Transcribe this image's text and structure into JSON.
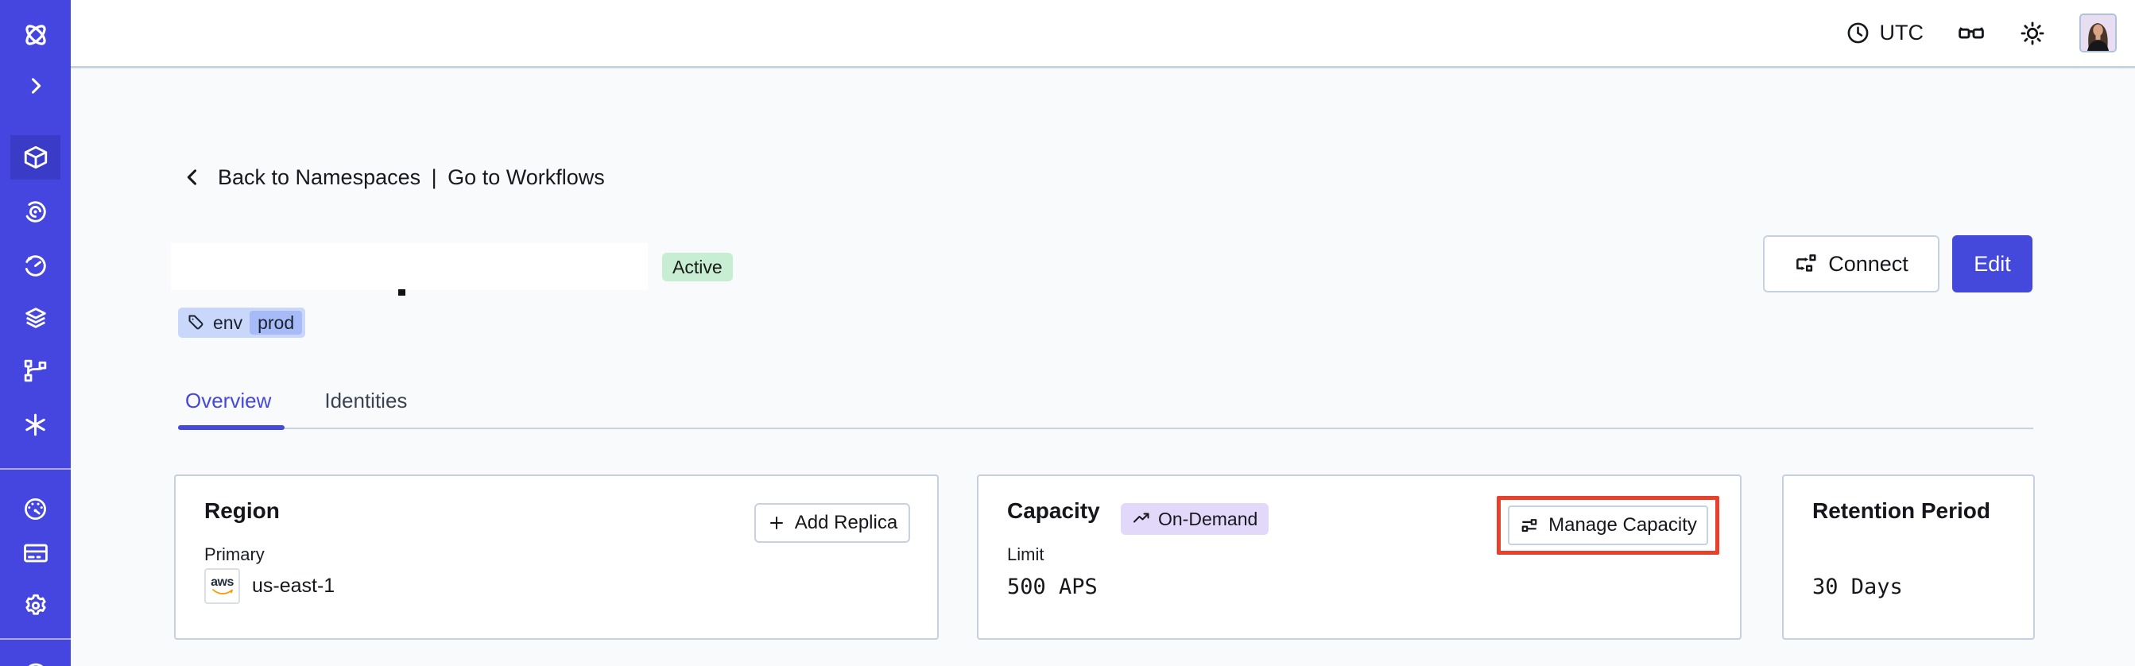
{
  "topbar": {
    "timezone": "UTC"
  },
  "sidebar": {
    "items": [
      "temporal-logo",
      "expand-chevron",
      "namespaces",
      "nexus",
      "schedules",
      "layers",
      "pipelines",
      "batch-operations",
      "usage",
      "billing",
      "settings",
      "profile"
    ],
    "active_item": "namespaces"
  },
  "breadcrumb": {
    "back": "Back to Namespaces",
    "separator": "|",
    "forward": "Go to Workflows"
  },
  "header": {
    "status": "Active",
    "tag_key": "env",
    "tag_value": "prod",
    "connect_label": "Connect",
    "edit_label": "Edit"
  },
  "tabs": [
    {
      "label": "Overview",
      "active": true
    },
    {
      "label": "Identities",
      "active": false
    }
  ],
  "cards": {
    "region": {
      "title": "Region",
      "action_label": "Add Replica",
      "row_label": "Primary",
      "provider_label": "aws",
      "value": "us-east-1"
    },
    "capacity": {
      "title": "Capacity",
      "badge_label": "On-Demand",
      "action_label": "Manage Capacity",
      "row_label": "Limit",
      "value": "500 APS",
      "highlighted": true
    },
    "retention": {
      "title": "Retention Period",
      "value": "30 Days"
    }
  },
  "colors": {
    "sidebar": "#4546DF",
    "sidebar_active": "#3A3BC7",
    "accent": "#4448DB",
    "badge_green": "#C7EDD2",
    "badge_purple": "#E2D9FA",
    "tag_outer": "#C9D7FB",
    "tag_inner": "#A6BBF8",
    "annotation_red": "#E8402B",
    "aws_orange": "#FF9900",
    "card_border": "#C6D0E0",
    "bg": "#F8FAFC"
  }
}
